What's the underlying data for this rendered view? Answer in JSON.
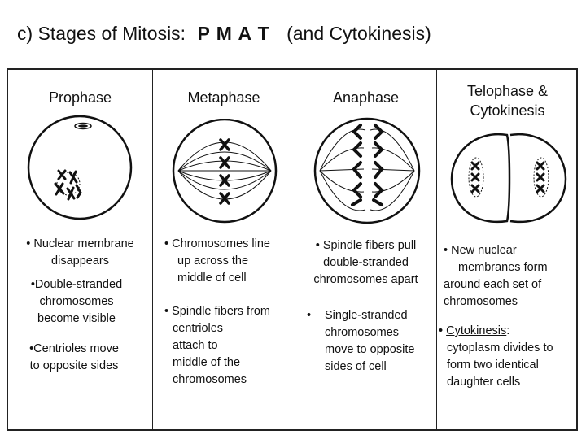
{
  "title": {
    "prefix": "c) Stages of Mitosis:",
    "pmat": "P M A T",
    "suffix": "(and  Cytokinesis)"
  },
  "columns": [
    {
      "heading": [
        "Prophase"
      ],
      "notes": [
        [
          "• Nuclear membrane",
          "disappears"
        ],
        [
          "•Double-stranded",
          "chromosomes",
          "become visible"
        ],
        [
          "•Centrioles  move",
          "to opposite sides"
        ]
      ]
    },
    {
      "heading": [
        "Metaphase"
      ],
      "notes": [
        [
          "• Chromosomes line",
          "up across the",
          "middle of cell"
        ],
        [
          "• Spindle fibers from",
          "centrioles",
          "attach to",
          "middle of the",
          "chromosomes"
        ]
      ]
    },
    {
      "heading": [
        "Anaphase"
      ],
      "notes": [
        [
          "• Spindle fibers pull",
          "double-stranded",
          "chromosomes apart"
        ],
        [
          "•",
          "Single-stranded",
          "chromosomes",
          "move to opposite",
          "sides of cell"
        ]
      ]
    },
    {
      "heading": [
        "Telophase &",
        "Cytokinesis"
      ],
      "notes": [
        [
          "• New nuclear",
          "membranes form",
          "around each set of",
          "chromosomes"
        ],
        [
          "• ",
          "Cytokinesis",
          ":",
          "cytoplasm divides to",
          "form two identical",
          "daughter cells"
        ]
      ]
    }
  ]
}
